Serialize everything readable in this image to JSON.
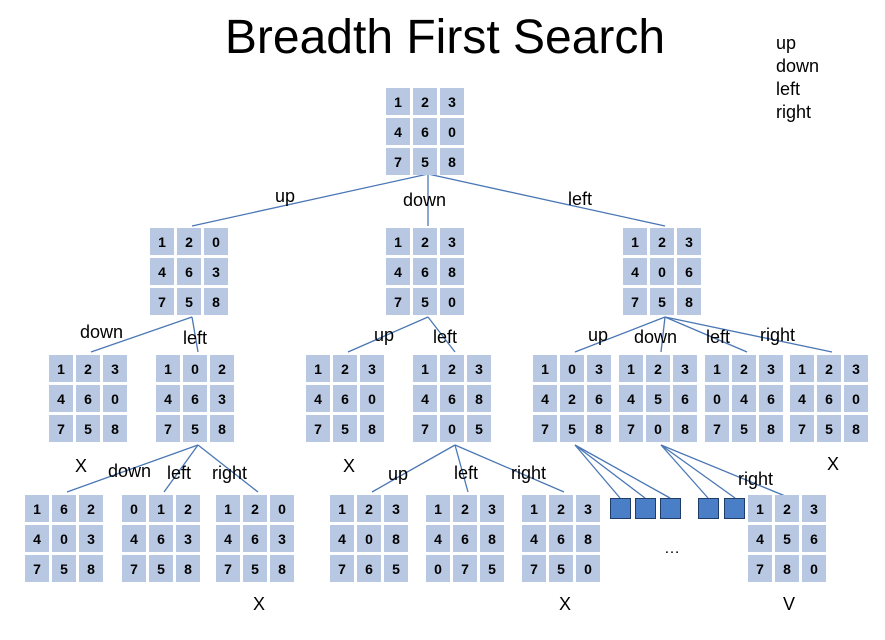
{
  "title": "Breadth First Search",
  "legend": [
    "up",
    "down",
    "left",
    "right"
  ],
  "nodes": {
    "root": {
      "grid": [
        "1",
        "2",
        "3",
        "4",
        "6",
        "0",
        "7",
        "5",
        "8"
      ]
    },
    "u": {
      "grid": [
        "1",
        "2",
        "0",
        "4",
        "6",
        "3",
        "7",
        "5",
        "8"
      ]
    },
    "d": {
      "grid": [
        "1",
        "2",
        "3",
        "4",
        "6",
        "8",
        "7",
        "5",
        "0"
      ]
    },
    "l": {
      "grid": [
        "1",
        "2",
        "3",
        "4",
        "0",
        "6",
        "7",
        "5",
        "8"
      ]
    },
    "ud": {
      "grid": [
        "1",
        "2",
        "3",
        "4",
        "6",
        "0",
        "7",
        "5",
        "8"
      ],
      "mark": "X"
    },
    "ul": {
      "grid": [
        "1",
        "0",
        "2",
        "4",
        "6",
        "3",
        "7",
        "5",
        "8"
      ]
    },
    "du": {
      "grid": [
        "1",
        "2",
        "3",
        "4",
        "6",
        "0",
        "7",
        "5",
        "8"
      ],
      "mark": "X"
    },
    "dl": {
      "grid": [
        "1",
        "2",
        "3",
        "4",
        "6",
        "8",
        "7",
        "0",
        "5"
      ]
    },
    "lu": {
      "grid": [
        "1",
        "0",
        "3",
        "4",
        "2",
        "6",
        "7",
        "5",
        "8"
      ]
    },
    "ld": {
      "grid": [
        "1",
        "2",
        "3",
        "4",
        "5",
        "6",
        "7",
        "0",
        "8"
      ]
    },
    "ll": {
      "grid": [
        "1",
        "2",
        "3",
        "0",
        "4",
        "6",
        "7",
        "5",
        "8"
      ]
    },
    "lr": {
      "grid": [
        "1",
        "2",
        "3",
        "4",
        "6",
        "0",
        "7",
        "5",
        "8"
      ],
      "mark": "X"
    },
    "uld": {
      "grid": [
        "1",
        "6",
        "2",
        "4",
        "0",
        "3",
        "7",
        "5",
        "8"
      ]
    },
    "ull": {
      "grid": [
        "0",
        "1",
        "2",
        "4",
        "6",
        "3",
        "7",
        "5",
        "8"
      ]
    },
    "ulr": {
      "grid": [
        "1",
        "2",
        "0",
        "4",
        "6",
        "3",
        "7",
        "5",
        "8"
      ],
      "mark": "X"
    },
    "dlu": {
      "grid": [
        "1",
        "2",
        "3",
        "4",
        "0",
        "8",
        "7",
        "6",
        "5"
      ]
    },
    "dll": {
      "grid": [
        "1",
        "2",
        "3",
        "4",
        "6",
        "8",
        "0",
        "7",
        "5"
      ]
    },
    "dlr": {
      "grid": [
        "1",
        "2",
        "3",
        "4",
        "6",
        "8",
        "7",
        "5",
        "0"
      ],
      "mark": "X"
    },
    "ldr": {
      "grid": [
        "1",
        "2",
        "3",
        "4",
        "5",
        "6",
        "7",
        "8",
        "0"
      ],
      "mark": "V"
    }
  },
  "edge_labels": {
    "root_u": "up",
    "root_d": "down",
    "root_l": "left",
    "u_d": "down",
    "u_l": "left",
    "d_u": "up",
    "d_l": "left",
    "l_u": "up",
    "l_d": "down",
    "l_l": "left",
    "l_r": "right",
    "ul_d": "down",
    "ul_l": "left",
    "ul_r": "right",
    "dl_u": "up",
    "dl_l": "left",
    "dl_r": "right",
    "ld_r": "right"
  },
  "ellipsis": "…"
}
